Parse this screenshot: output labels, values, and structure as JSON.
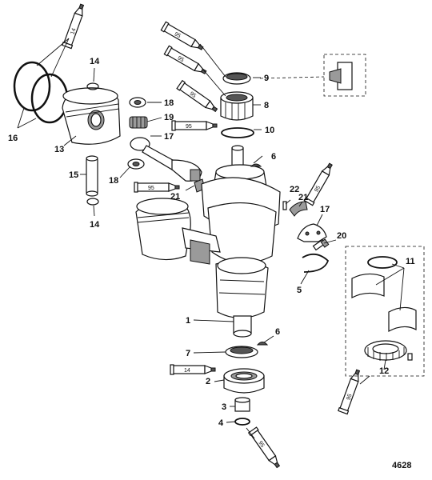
{
  "diagram_number": "4628",
  "callouts": {
    "c1": "1",
    "c2": "2",
    "c3": "3",
    "c4": "4",
    "c5": "5",
    "c6a": "6",
    "c6b": "6",
    "c7": "7",
    "c8": "8",
    "c9": "9",
    "c10": "10",
    "c11": "11",
    "c12": "12",
    "c13": "13",
    "c14a": "14",
    "c14b": "14",
    "c15": "15",
    "c16": "16",
    "c17a": "17",
    "c17b": "17",
    "c18a": "18",
    "c18b": "18",
    "c19": "19",
    "c20": "20",
    "c21a": "21",
    "c21b": "21",
    "c22": "22"
  },
  "tubes": {
    "t14_top": "14",
    "t95_a": "95",
    "t95_b": "95",
    "t95_c": "95",
    "t95_d": "95",
    "t95_e": "95",
    "t95_f": "95",
    "t95_g": "95",
    "t14_bottom": "14",
    "t95_bottom": "95"
  }
}
